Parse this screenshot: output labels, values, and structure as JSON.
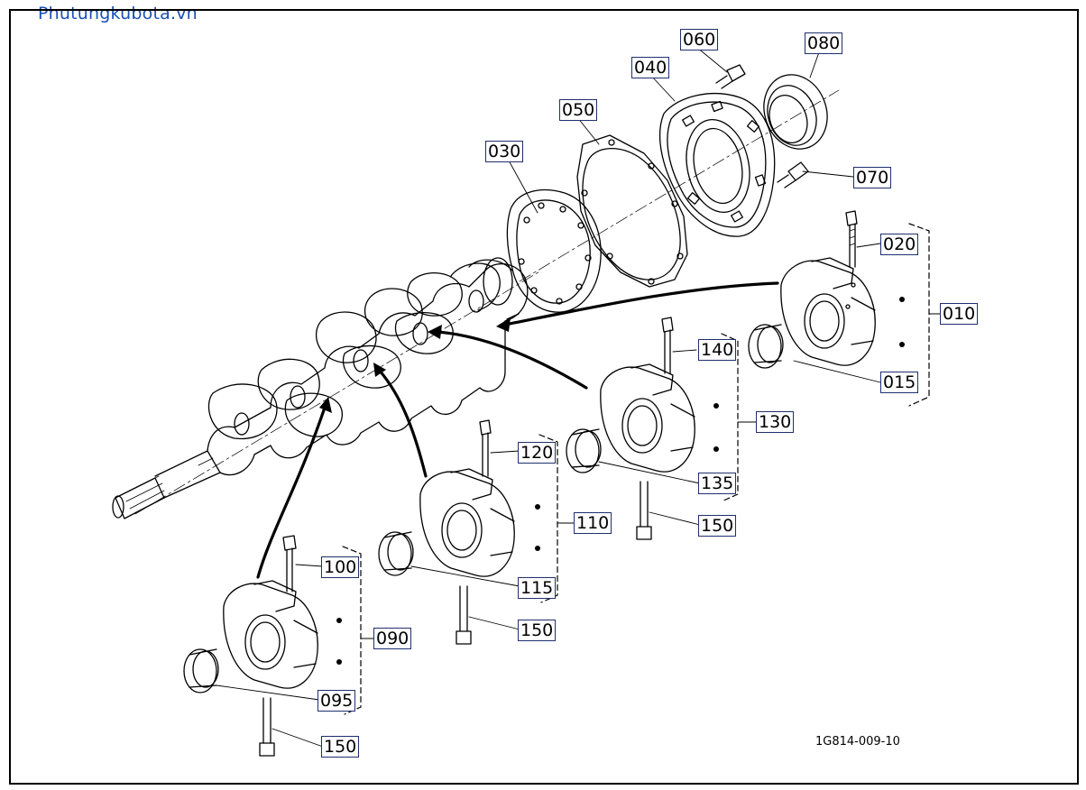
{
  "watermark": "Phutungkubota.vn",
  "reference_code": "1G814-009-10",
  "colors": {
    "line": "#000000",
    "label_border": "#1f2f6e",
    "watermark": "#1a4fb4"
  },
  "parts": {
    "p010": "010",
    "p015": "015",
    "p020": "020",
    "p030": "030",
    "p040": "040",
    "p050": "050",
    "p060": "060",
    "p070": "070",
    "p080": "080",
    "p090": "090",
    "p095": "095",
    "p100": "100",
    "p110": "110",
    "p115": "115",
    "p120": "120",
    "p130": "130",
    "p135": "135",
    "p140": "140",
    "p150a": "150",
    "p150b": "150",
    "p150c": "150"
  }
}
